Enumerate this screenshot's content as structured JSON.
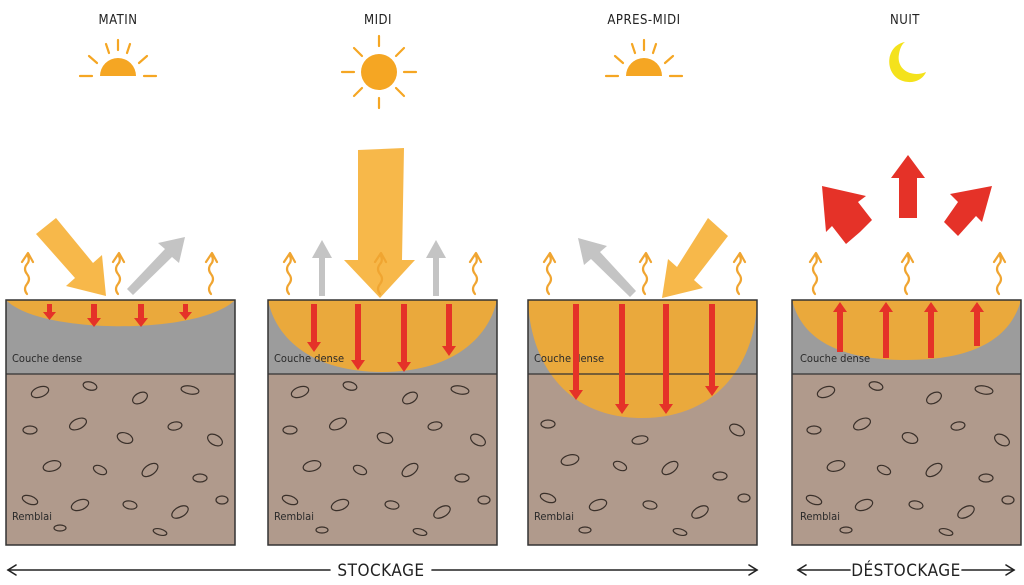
{
  "phases": [
    {
      "id": "matin",
      "title": "MATIN",
      "icon": "rising-sun-icon"
    },
    {
      "id": "midi",
      "title": "MIDI",
      "icon": "sun-icon"
    },
    {
      "id": "apres-midi",
      "title": "APRES-MIDI",
      "icon": "setting-sun-icon"
    },
    {
      "id": "nuit",
      "title": "NUIT",
      "icon": "crescent-moon-icon"
    }
  ],
  "layers": {
    "dense": "Couche dense",
    "fill": "Remblai"
  },
  "bottom": {
    "storage": "STOCKAGE",
    "release": "DÉSTOCKAGE"
  },
  "colors": {
    "sun": "#f5a623",
    "sun_ray": "#f7b84a",
    "heat_zone": "#eaa93c",
    "dense_layer": "#9c9c9c",
    "fill_layer": "#b09a8c",
    "red_arrow": "#e53228",
    "grey_arrow": "#c4c4c4",
    "moon": "#f4e21c",
    "wavy_arrow": "#f0a531"
  }
}
